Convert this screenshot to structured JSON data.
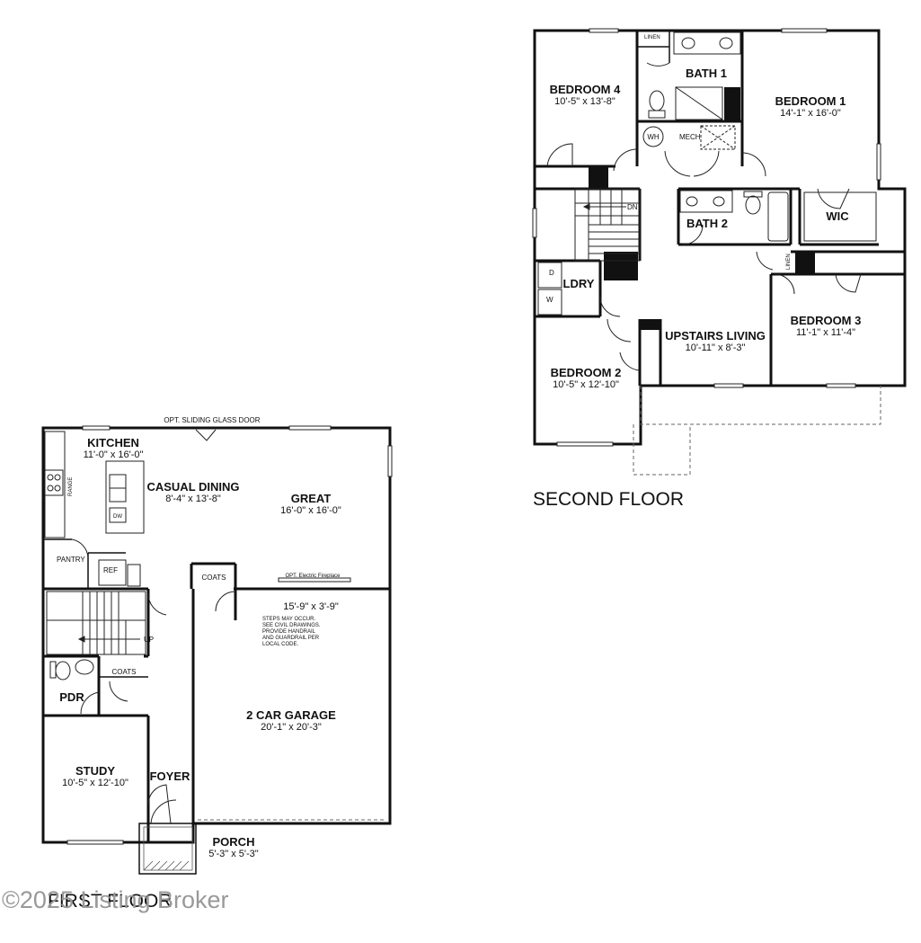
{
  "floors": {
    "second": {
      "title": "SECOND FLOOR"
    },
    "first": {
      "title": "FIRST FLOOR"
    }
  },
  "rooms": {
    "bedroom4": {
      "name": "BEDROOM 4",
      "dims": "10'-5\" x 13'-8\""
    },
    "bedroom1": {
      "name": "BEDROOM 1",
      "dims": "14'-1\" x 16'-0\""
    },
    "bath1": {
      "name": "BATH 1"
    },
    "bath2": {
      "name": "BATH 2"
    },
    "wic": {
      "name": "WIC"
    },
    "ldry": {
      "name": "LDRY"
    },
    "bedroom3": {
      "name": "BEDROOM 3",
      "dims": "11'-1\" x 11'-4\""
    },
    "upstairs_living": {
      "name": "UPSTAIRS LIVING",
      "dims": "10'-11\" x 8'-3\""
    },
    "bedroom2": {
      "name": "BEDROOM 2",
      "dims": "10'-5\" x 12'-10\""
    },
    "kitchen": {
      "name": "KITCHEN",
      "dims": "11'-0\" x 16'-0\""
    },
    "casual_dining": {
      "name": "CASUAL DINING",
      "dims": "8'-4\" x 13'-8\""
    },
    "great": {
      "name": "GREAT",
      "dims": "16'-0\" x 16'-0\""
    },
    "garage": {
      "name": "2 CAR GARAGE",
      "dims": "20'-1\" x 20'-3\""
    },
    "garage_ext": {
      "dims": "15'-9\" x 3'-9\""
    },
    "study": {
      "name": "STUDY",
      "dims": "10'-5\" x 12'-10\""
    },
    "foyer": {
      "name": "FOYER"
    },
    "pdr": {
      "name": "PDR"
    },
    "porch": {
      "name": "PORCH",
      "dims": "5'-3\" x 5'-3\""
    }
  },
  "small_labels": {
    "linen": "LINEN",
    "mech": "MECH",
    "wh": "WH",
    "dn": "DN",
    "dryer": "D",
    "washer": "W",
    "range": "RANGE",
    "dw": "DW",
    "pantry": "PANTRY",
    "ref": "REF",
    "coats": "COATS",
    "up": "UP"
  },
  "notes": {
    "sliding_door": "OPT. SLIDING GLASS DOOR",
    "fireplace": "OPT. Electric Fireplace",
    "steps_note": [
      "STEPS MAY OCCUR.",
      "SEE CIVIL DRAWINGS.",
      "PROVIDE HANDRAIL",
      "AND GUARDRAIL PER",
      "LOCAL CODE."
    ]
  },
  "watermark": "©2025 Listing Broker"
}
